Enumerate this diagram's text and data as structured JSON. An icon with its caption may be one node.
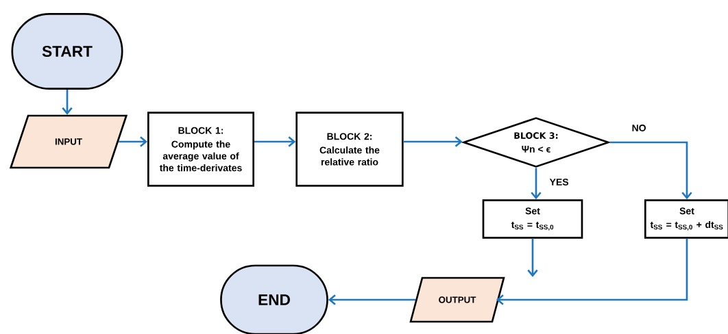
{
  "diagram": {
    "nodes": [
      {
        "text": [
          "START"
        ]
      },
      {
        "text": [
          "INPUT"
        ]
      },
      {
        "text": [
          "BLOCK 1:",
          "Compute the average value of the time-derivates"
        ]
      },
      {
        "text": [
          "BLOCK 2:",
          "Calculate the relative ratio"
        ]
      },
      {
        "text": [
          "BLOCK 3:",
          "Ψn < ϵ"
        ]
      },
      {
        "text": [
          "Set",
          "t$_{SS}$ = t$_{SS,0}$"
        ]
      },
      {
        "text": [
          "Set",
          "t$_{SS}$ = t$_{SS,0}$ + dt$_{SS}$"
        ]
      },
      {
        "text": [
          "END"
        ]
      },
      {
        "text": [
          "OUTPUT"
        ]
      }
    ],
    "edges": [
      {
        "from": 0,
        "to": 1,
        "arrow": "to"
      },
      {
        "from": 1,
        "to": 2,
        "arrow": "to"
      },
      {
        "from": 2,
        "to": 3,
        "arrow": "to"
      },
      {
        "from": 3,
        "to": 4,
        "arrow": "to"
      },
      {
        "from": 4,
        "to": 5,
        "arrow": "to",
        "label": "YES"
      },
      {
        "from": 4,
        "to": 6,
        "arrow": "to",
        "label": "NO"
      },
      {
        "from": 5,
        "to": 8,
        "arrow": "to"
      },
      {
        "from": 6,
        "to": 8,
        "arrow": "to"
      },
      {
        "from": 8,
        "to": 7,
        "arrow": "to"
      }
    ]
  }
}
